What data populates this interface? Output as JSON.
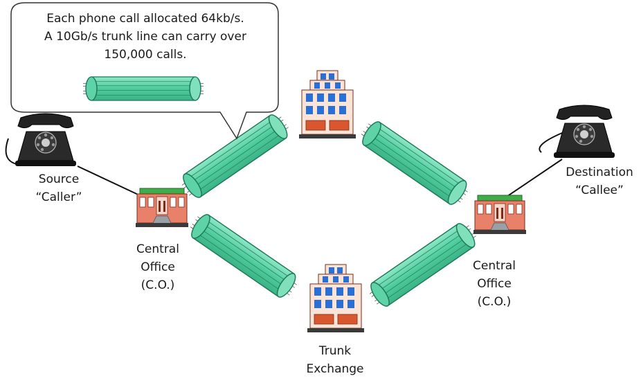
{
  "callout": {
    "lines": [
      "Each phone call allocated 64kb/s.",
      "A 10Gb/s trunk line can carry over",
      "150,000 calls."
    ]
  },
  "nodes": {
    "source": {
      "lines": [
        "Source",
        "“Caller”"
      ]
    },
    "destination": {
      "lines": [
        "Destination",
        "“Callee”"
      ]
    },
    "central_office_left": {
      "lines": [
        "Central",
        "Office",
        "(C.O.)"
      ]
    },
    "central_office_right": {
      "lines": [
        "Central",
        "Office",
        "(C.O.)"
      ]
    },
    "trunk_exchange": {
      "lines": [
        "Trunk",
        "Exchange"
      ]
    }
  },
  "colors": {
    "trunk_fill": "#5fd3a8",
    "trunk_stroke": "#1e7a5a",
    "building_brick": "#e8806a",
    "building_roof": "#3fae4a",
    "exchange_windows": "#2a6fd6",
    "phone": "#222222"
  }
}
